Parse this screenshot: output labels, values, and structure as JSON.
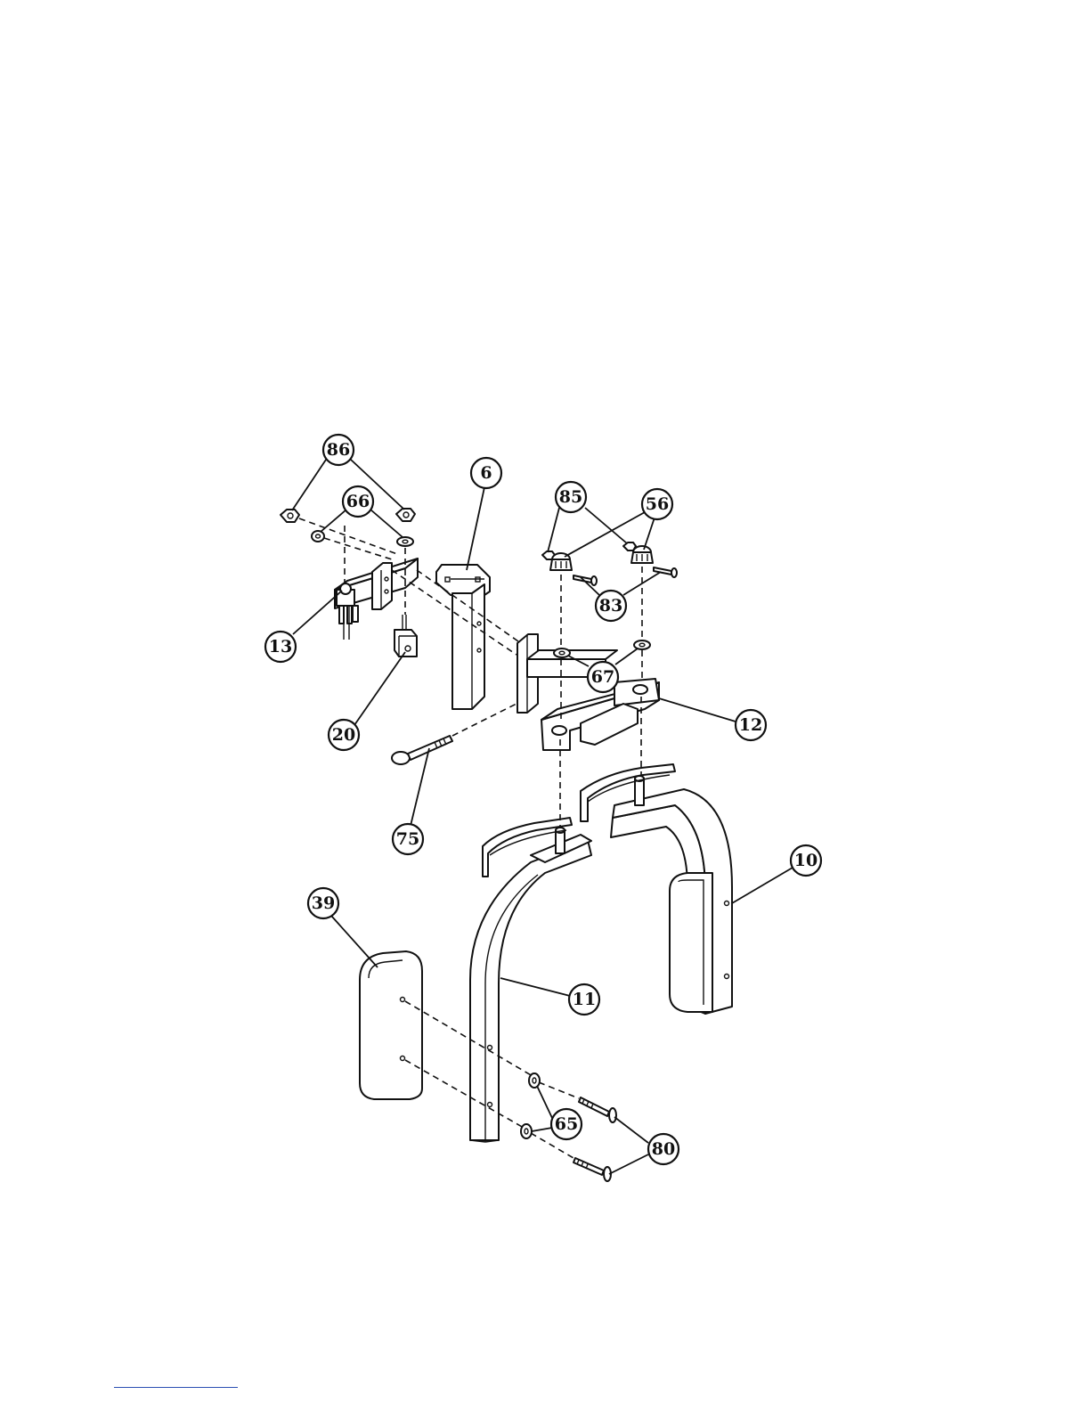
{
  "callouts": [
    {
      "id": "86",
      "label": "86"
    },
    {
      "id": "66",
      "label": "66"
    },
    {
      "id": "6",
      "label": "6"
    },
    {
      "id": "85",
      "label": "85"
    },
    {
      "id": "56",
      "label": "56"
    },
    {
      "id": "83",
      "label": "83"
    },
    {
      "id": "13",
      "label": "13"
    },
    {
      "id": "67",
      "label": "67"
    },
    {
      "id": "20",
      "label": "20"
    },
    {
      "id": "12",
      "label": "12"
    },
    {
      "id": "75",
      "label": "75"
    },
    {
      "id": "10",
      "label": "10"
    },
    {
      "id": "39",
      "label": "39"
    },
    {
      "id": "11",
      "label": "11"
    },
    {
      "id": "65",
      "label": "65"
    },
    {
      "id": "80",
      "label": "80"
    }
  ],
  "colors": {
    "line": "#111111",
    "background": "#ffffff",
    "footer_rule": "#2b4fb3"
  }
}
